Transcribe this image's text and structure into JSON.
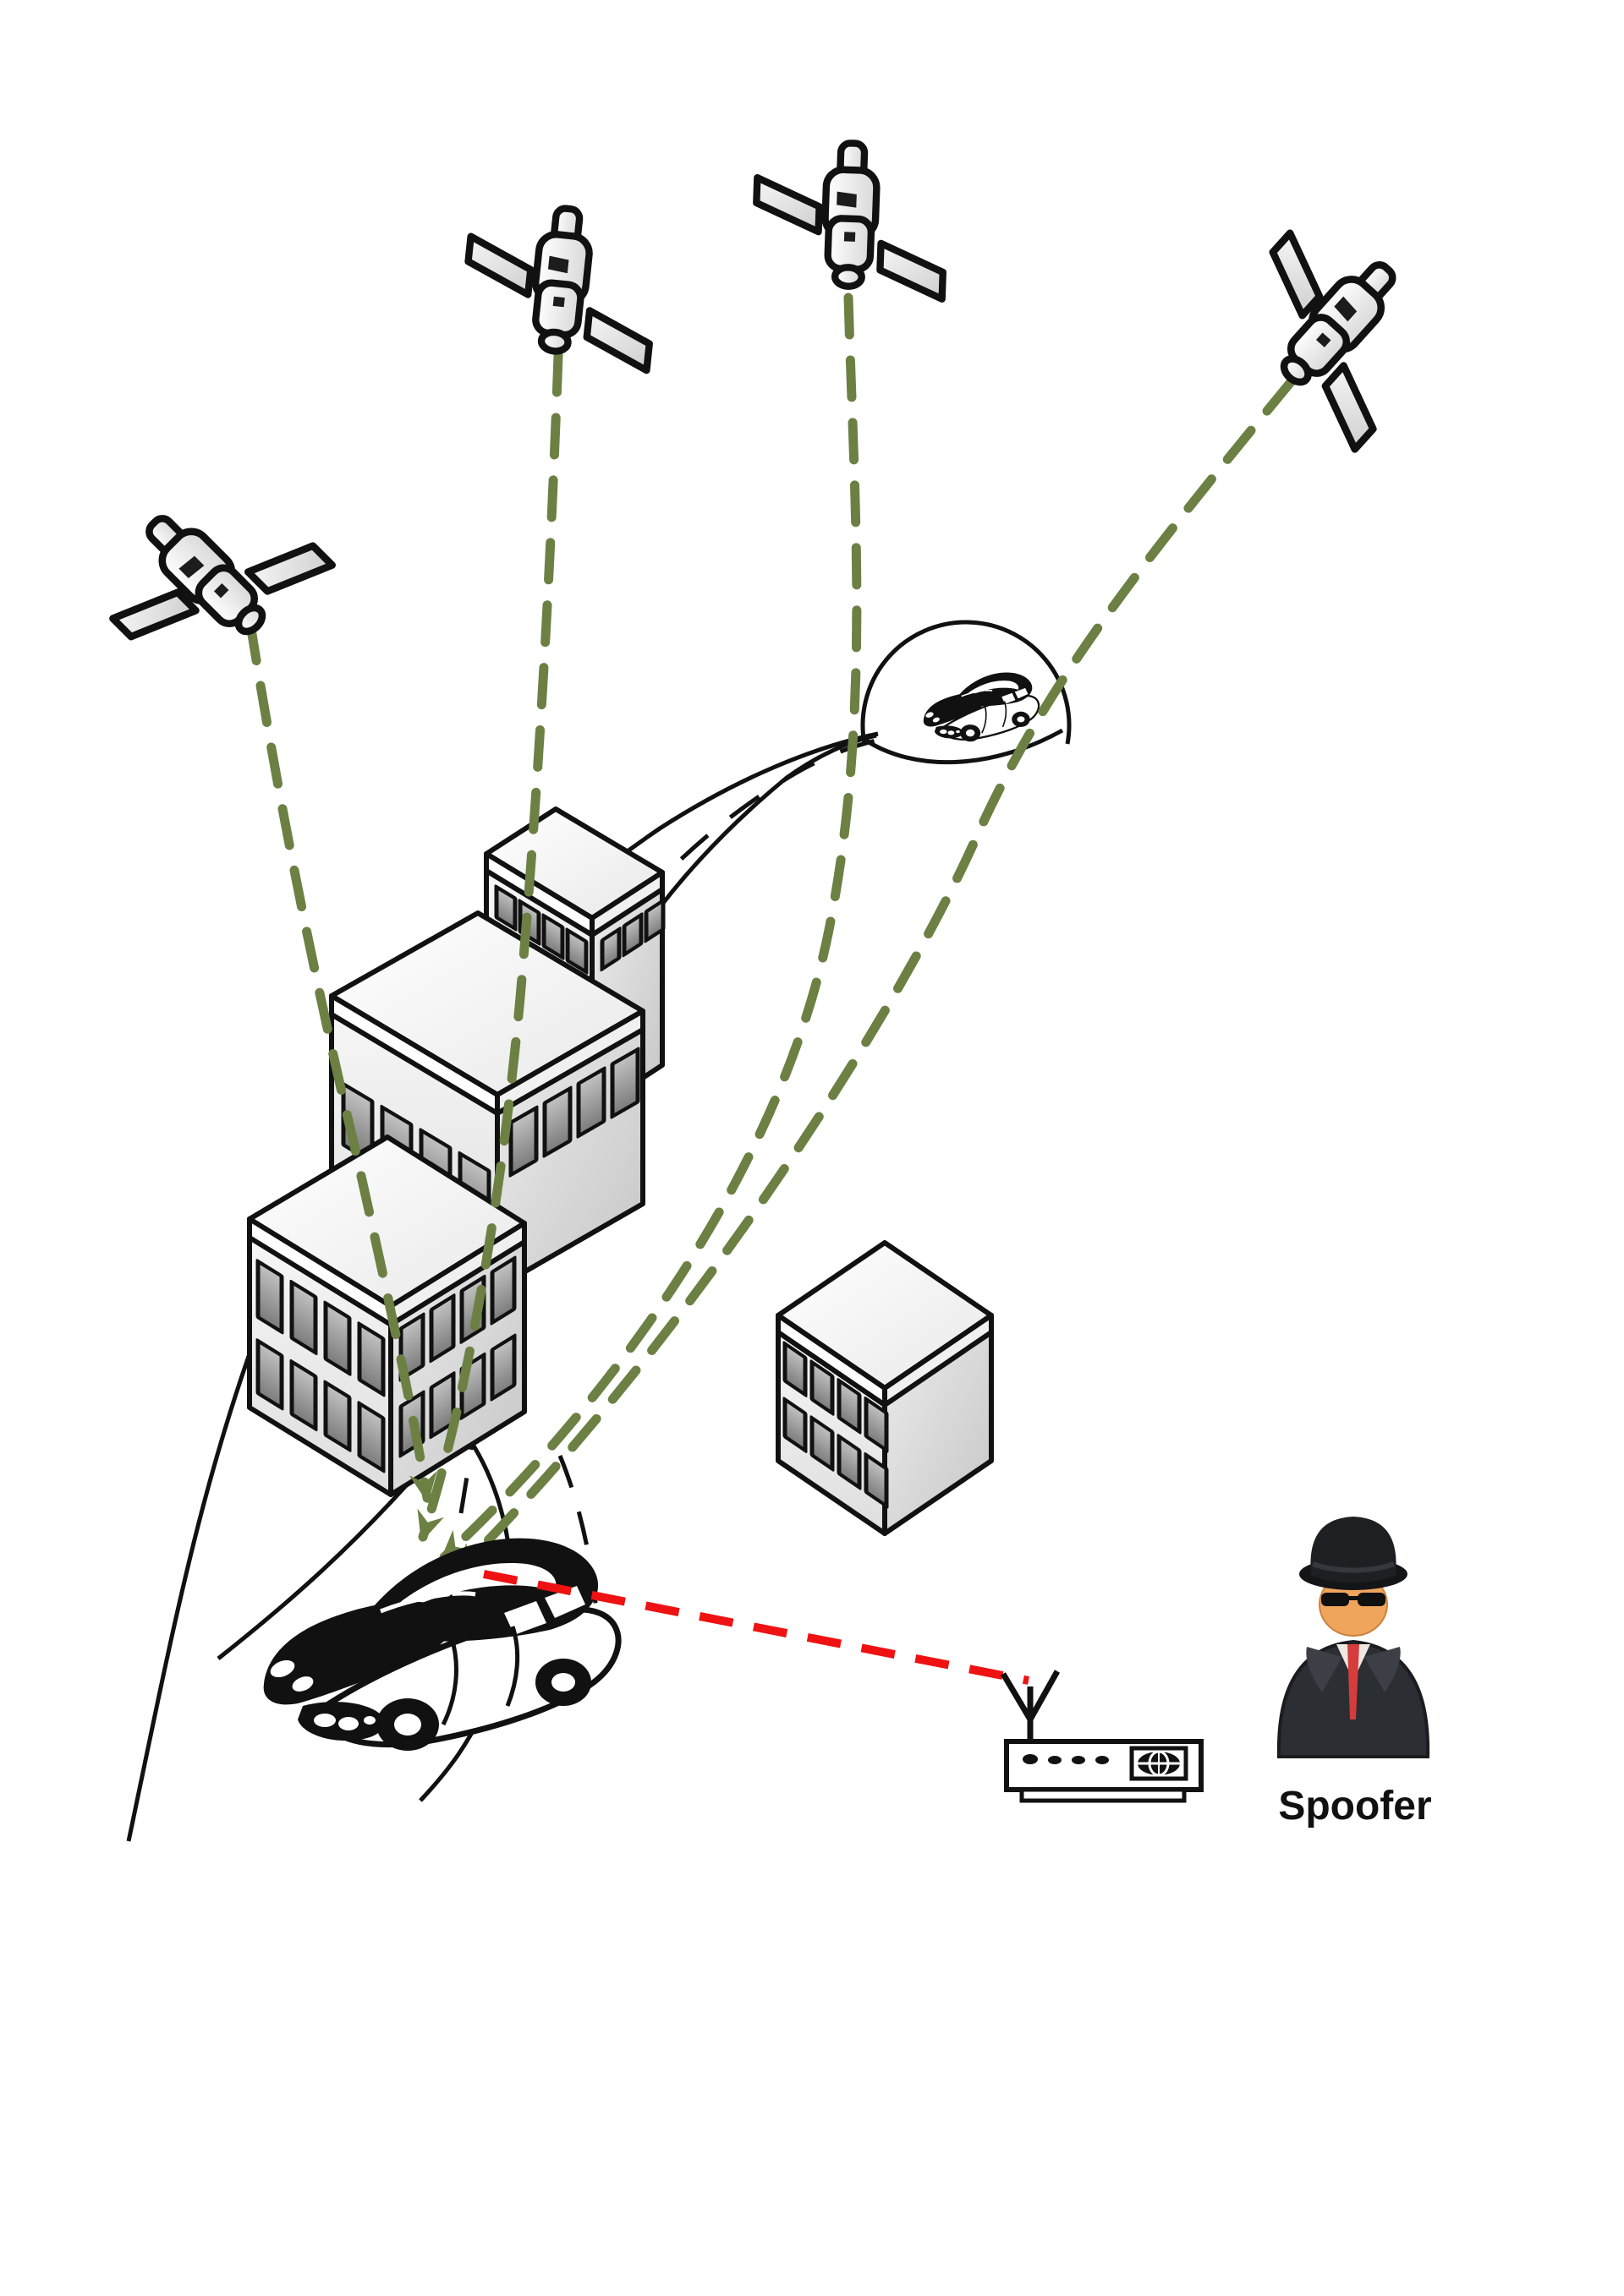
{
  "figure": {
    "title": "GNSS spoofing attack scene",
    "background": "#ffffff",
    "description": "Four GPS satellites send authentic signals (olive dashed lines with arrowheads) down past city buildings to a car on a curved road; a spoofer's radio transmitter sends a counterfeit signal (red dashed line) to the same car, creating a false circled position of the car further up the road."
  },
  "labels": {
    "spoofer": "Spoofer"
  },
  "colors": {
    "satellite_signal_green": "#6c8044",
    "spoofing_signal_red": "#ee1212",
    "line_art_black": "#111111",
    "building_face": "#efefef",
    "building_side": "#d6d6d6",
    "window_glass": "#8a8a8a",
    "spy_coat": "#2b2e33",
    "spy_skin": "#efa55c",
    "spy_shirt_tie_red": "#d63c3c"
  },
  "objects": {
    "satellite_count": 4,
    "building_count": 4,
    "car_count": 2,
    "satellite_icon": "gps-satellite-icon",
    "signal_line": "gnss-signal-dashed-line",
    "spoof_line": "spoofing-signal-dashed-line",
    "transmitter_icon": "radio-transmitter-icon",
    "spy_icon": "spy-spoofer-icon",
    "target_car_icon": "car-icon",
    "spoofed_car_icon": "spoofed-position-car-icon",
    "ghost_circle": "false-position-circle",
    "road": "curved-road-with-dashed-centerline"
  }
}
